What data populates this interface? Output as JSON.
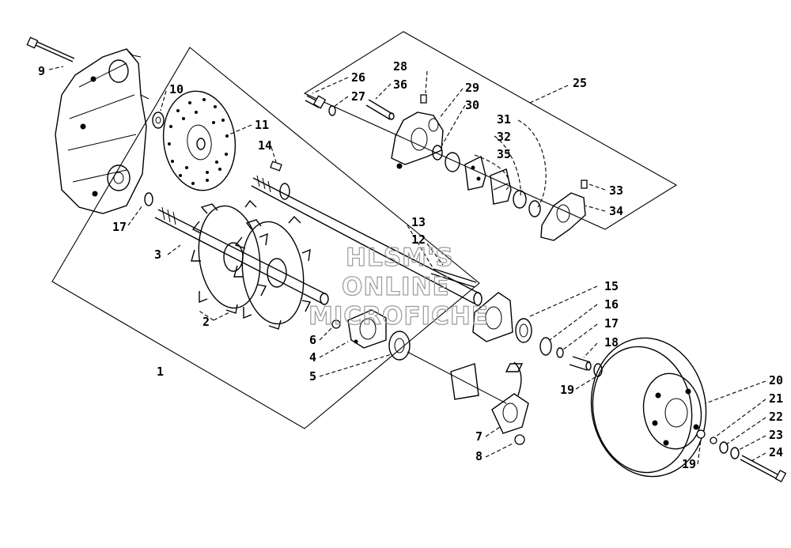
{
  "watermark": {
    "line1": "HLSM'S",
    "line2": "ONLINE",
    "line3": "MICROFICHE"
  },
  "callouts": [
    "1",
    "2",
    "3",
    "4",
    "5",
    "6",
    "7",
    "8",
    "9",
    "10",
    "11",
    "12",
    "13",
    "14",
    "15",
    "16",
    "17",
    "17",
    "18",
    "19",
    "19",
    "20",
    "21",
    "22",
    "23",
    "24",
    "25",
    "26",
    "27",
    "28",
    "29",
    "30",
    "31",
    "32",
    "33",
    "34",
    "35",
    "36"
  ]
}
